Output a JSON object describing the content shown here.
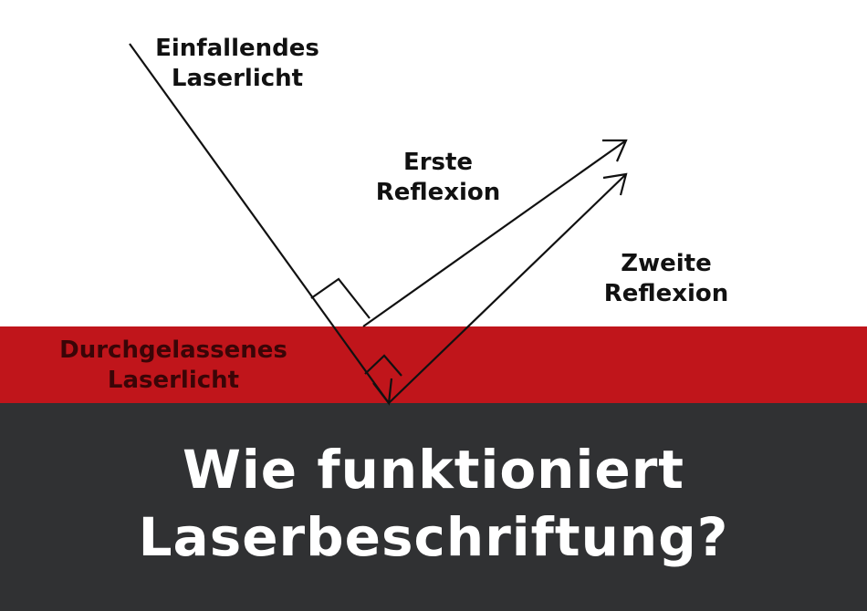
{
  "colors": {
    "background": "#ffffff",
    "red_band": "#c0151b",
    "dark_band": "#303133",
    "line": "#111111",
    "label_dark": "#111111",
    "label_red": "#3a0507",
    "title": "#ffffff"
  },
  "labels": {
    "incident": [
      "Einfallendes",
      "Laserlicht"
    ],
    "first_reflection": [
      "Erste",
      "Reflexion"
    ],
    "second_reflection": [
      "Zweite",
      "Reflexion"
    ],
    "transmitted": [
      "Durchgelassenes",
      "Laserlicht"
    ]
  },
  "title": [
    "Wie funktioniert",
    "Laserbeschriftung?"
  ]
}
